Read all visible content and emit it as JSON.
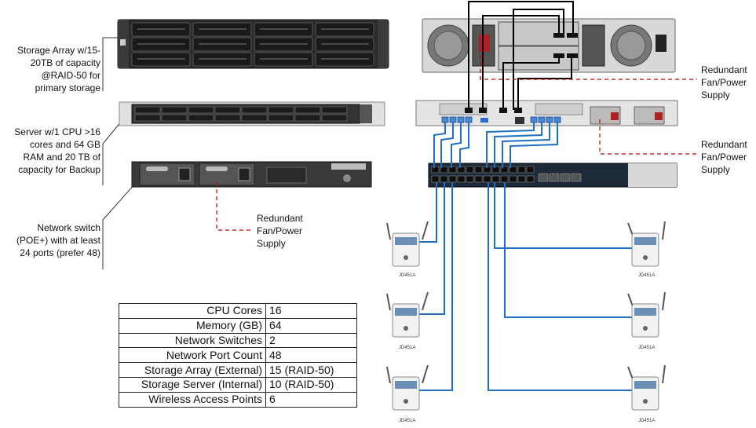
{
  "labels": {
    "storage_array": "Storage Array w/15-20TB of capacity @RAID-50 for primary storage",
    "server": "Server w/1 CPU >16 cores and 64 GB RAM and 20 TB of capacity for Backup",
    "network_switch": "Network switch (POE+) with at least 24 ports (prefer 48)",
    "redundant_psu_server": "Redundant Fan/Power Supply",
    "redundant_psu_array": "Redundant Fan/Power Supply",
    "redundant_psu_switch": "Redundant Fan/Power Supply"
  },
  "specs": [
    {
      "key": "CPU Cores",
      "value": "16"
    },
    {
      "key": "Memory (GB)",
      "value": "64"
    },
    {
      "key": "Network Switches",
      "value": "2"
    },
    {
      "key": "Network Port Count",
      "value": "48"
    },
    {
      "key": "Storage Array (External)",
      "value": "15 (RAID-50)"
    },
    {
      "key": "Storage Server (Internal)",
      "value": "10 (RAID-50)"
    },
    {
      "key": "Wireless Access Points",
      "value": "6"
    }
  ],
  "access_points": [
    {
      "model": "JD451A"
    },
    {
      "model": "JD451A"
    },
    {
      "model": "JD451A"
    },
    {
      "model": "JD451A"
    },
    {
      "model": "JD451A"
    },
    {
      "model": "JD451A"
    }
  ],
  "colors": {
    "cable_blue": "#1f6fc4",
    "power_red": "#c00000",
    "chassis_dark": "#2a2a2a",
    "chassis_light": "#d9d9d9"
  }
}
